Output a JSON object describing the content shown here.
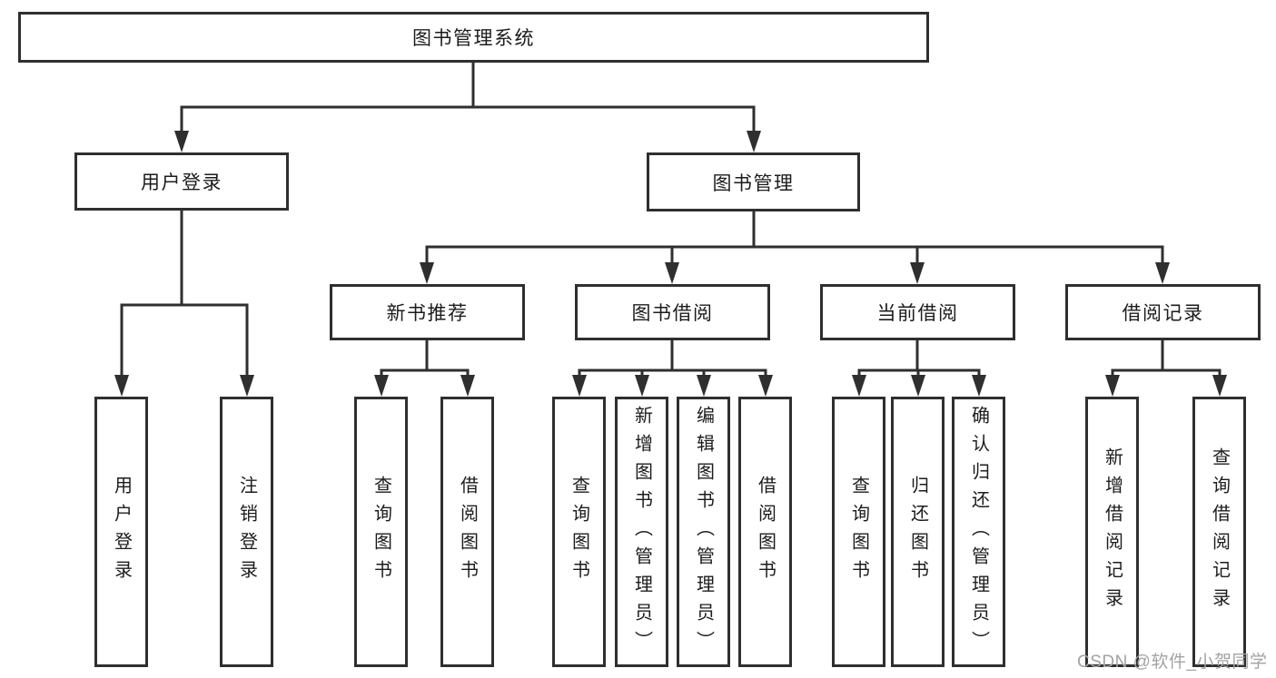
{
  "diagram": {
    "title": "图书管理系统",
    "tree": {
      "root": {
        "label": "图书管理系统"
      },
      "children": [
        {
          "label": "用户登录",
          "children": [
            {
              "label": "用户登录"
            },
            {
              "label": "注销登录"
            }
          ]
        },
        {
          "label": "图书管理",
          "children": [
            {
              "label": "新书推荐",
              "children": [
                {
                  "label": "查询图书"
                },
                {
                  "label": "借阅图书"
                }
              ]
            },
            {
              "label": "图书借阅",
              "children": [
                {
                  "label": "查询图书"
                },
                {
                  "label": "新增图书（管理员）"
                },
                {
                  "label": "编辑图书（管理员）"
                },
                {
                  "label": "借阅图书"
                }
              ]
            },
            {
              "label": "当前借阅",
              "children": [
                {
                  "label": "查询图书"
                },
                {
                  "label": "归还图书"
                },
                {
                  "label": "确认归还（管理员）"
                }
              ]
            },
            {
              "label": "借阅记录",
              "children": [
                {
                  "label": "新增借阅记录"
                },
                {
                  "label": "查询借阅记录"
                }
              ]
            }
          ]
        }
      ]
    },
    "watermark": "CSDN @软件_小贺同学",
    "colors": {
      "line": "#2f2f2f",
      "text": "#1c1c1c",
      "background": "#ffffff",
      "watermark": "#a3a3a3",
      "box": "#ffffff"
    }
  }
}
